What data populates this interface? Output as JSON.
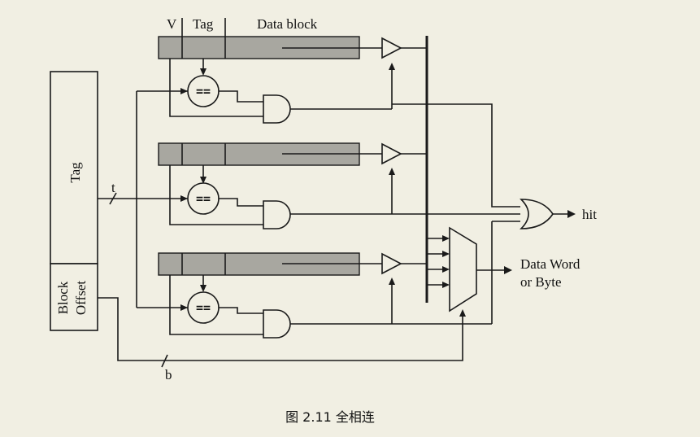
{
  "labels": {
    "v": "V",
    "tag_col": "Tag",
    "data_block": "Data block",
    "addr_tag": "Tag",
    "addr_offset_1": "Block",
    "addr_offset_2": "Offset",
    "t": "t",
    "b": "b",
    "hit": "hit",
    "out_1": "Data Word",
    "out_2": "or Byte",
    "eq": "=="
  },
  "caption": "图 2.11 全相连"
}
